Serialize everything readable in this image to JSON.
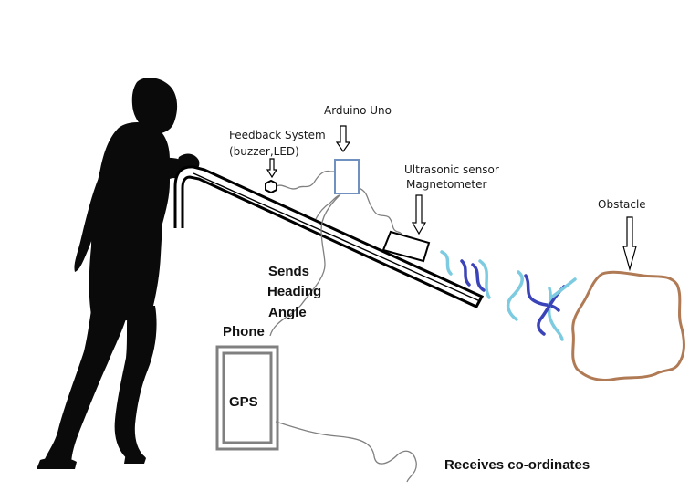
{
  "labels": {
    "feedback_line1": "Feedback System",
    "feedback_line2": "(buzzer,LED)",
    "arduino": "Arduino Uno",
    "ultrasonic": "Ultrasonic sensor",
    "magnetometer": "Magnetometer",
    "obstacle": "Obstacle",
    "sends_line1": "Sends",
    "sends_line2": "Heading",
    "sends_line3": "Angle",
    "phone": "Phone",
    "gps": "GPS",
    "receives": "Receives co-ordinates"
  },
  "colors": {
    "silhouette": "#0a0a0a",
    "stick": "#000000",
    "arduino_box": "#7090c0",
    "wire": "#808080",
    "phone": "#808080",
    "obstacle": "#b07a55",
    "wave_light": "#7ccbe0",
    "wave_dark": "#3a44b8"
  }
}
